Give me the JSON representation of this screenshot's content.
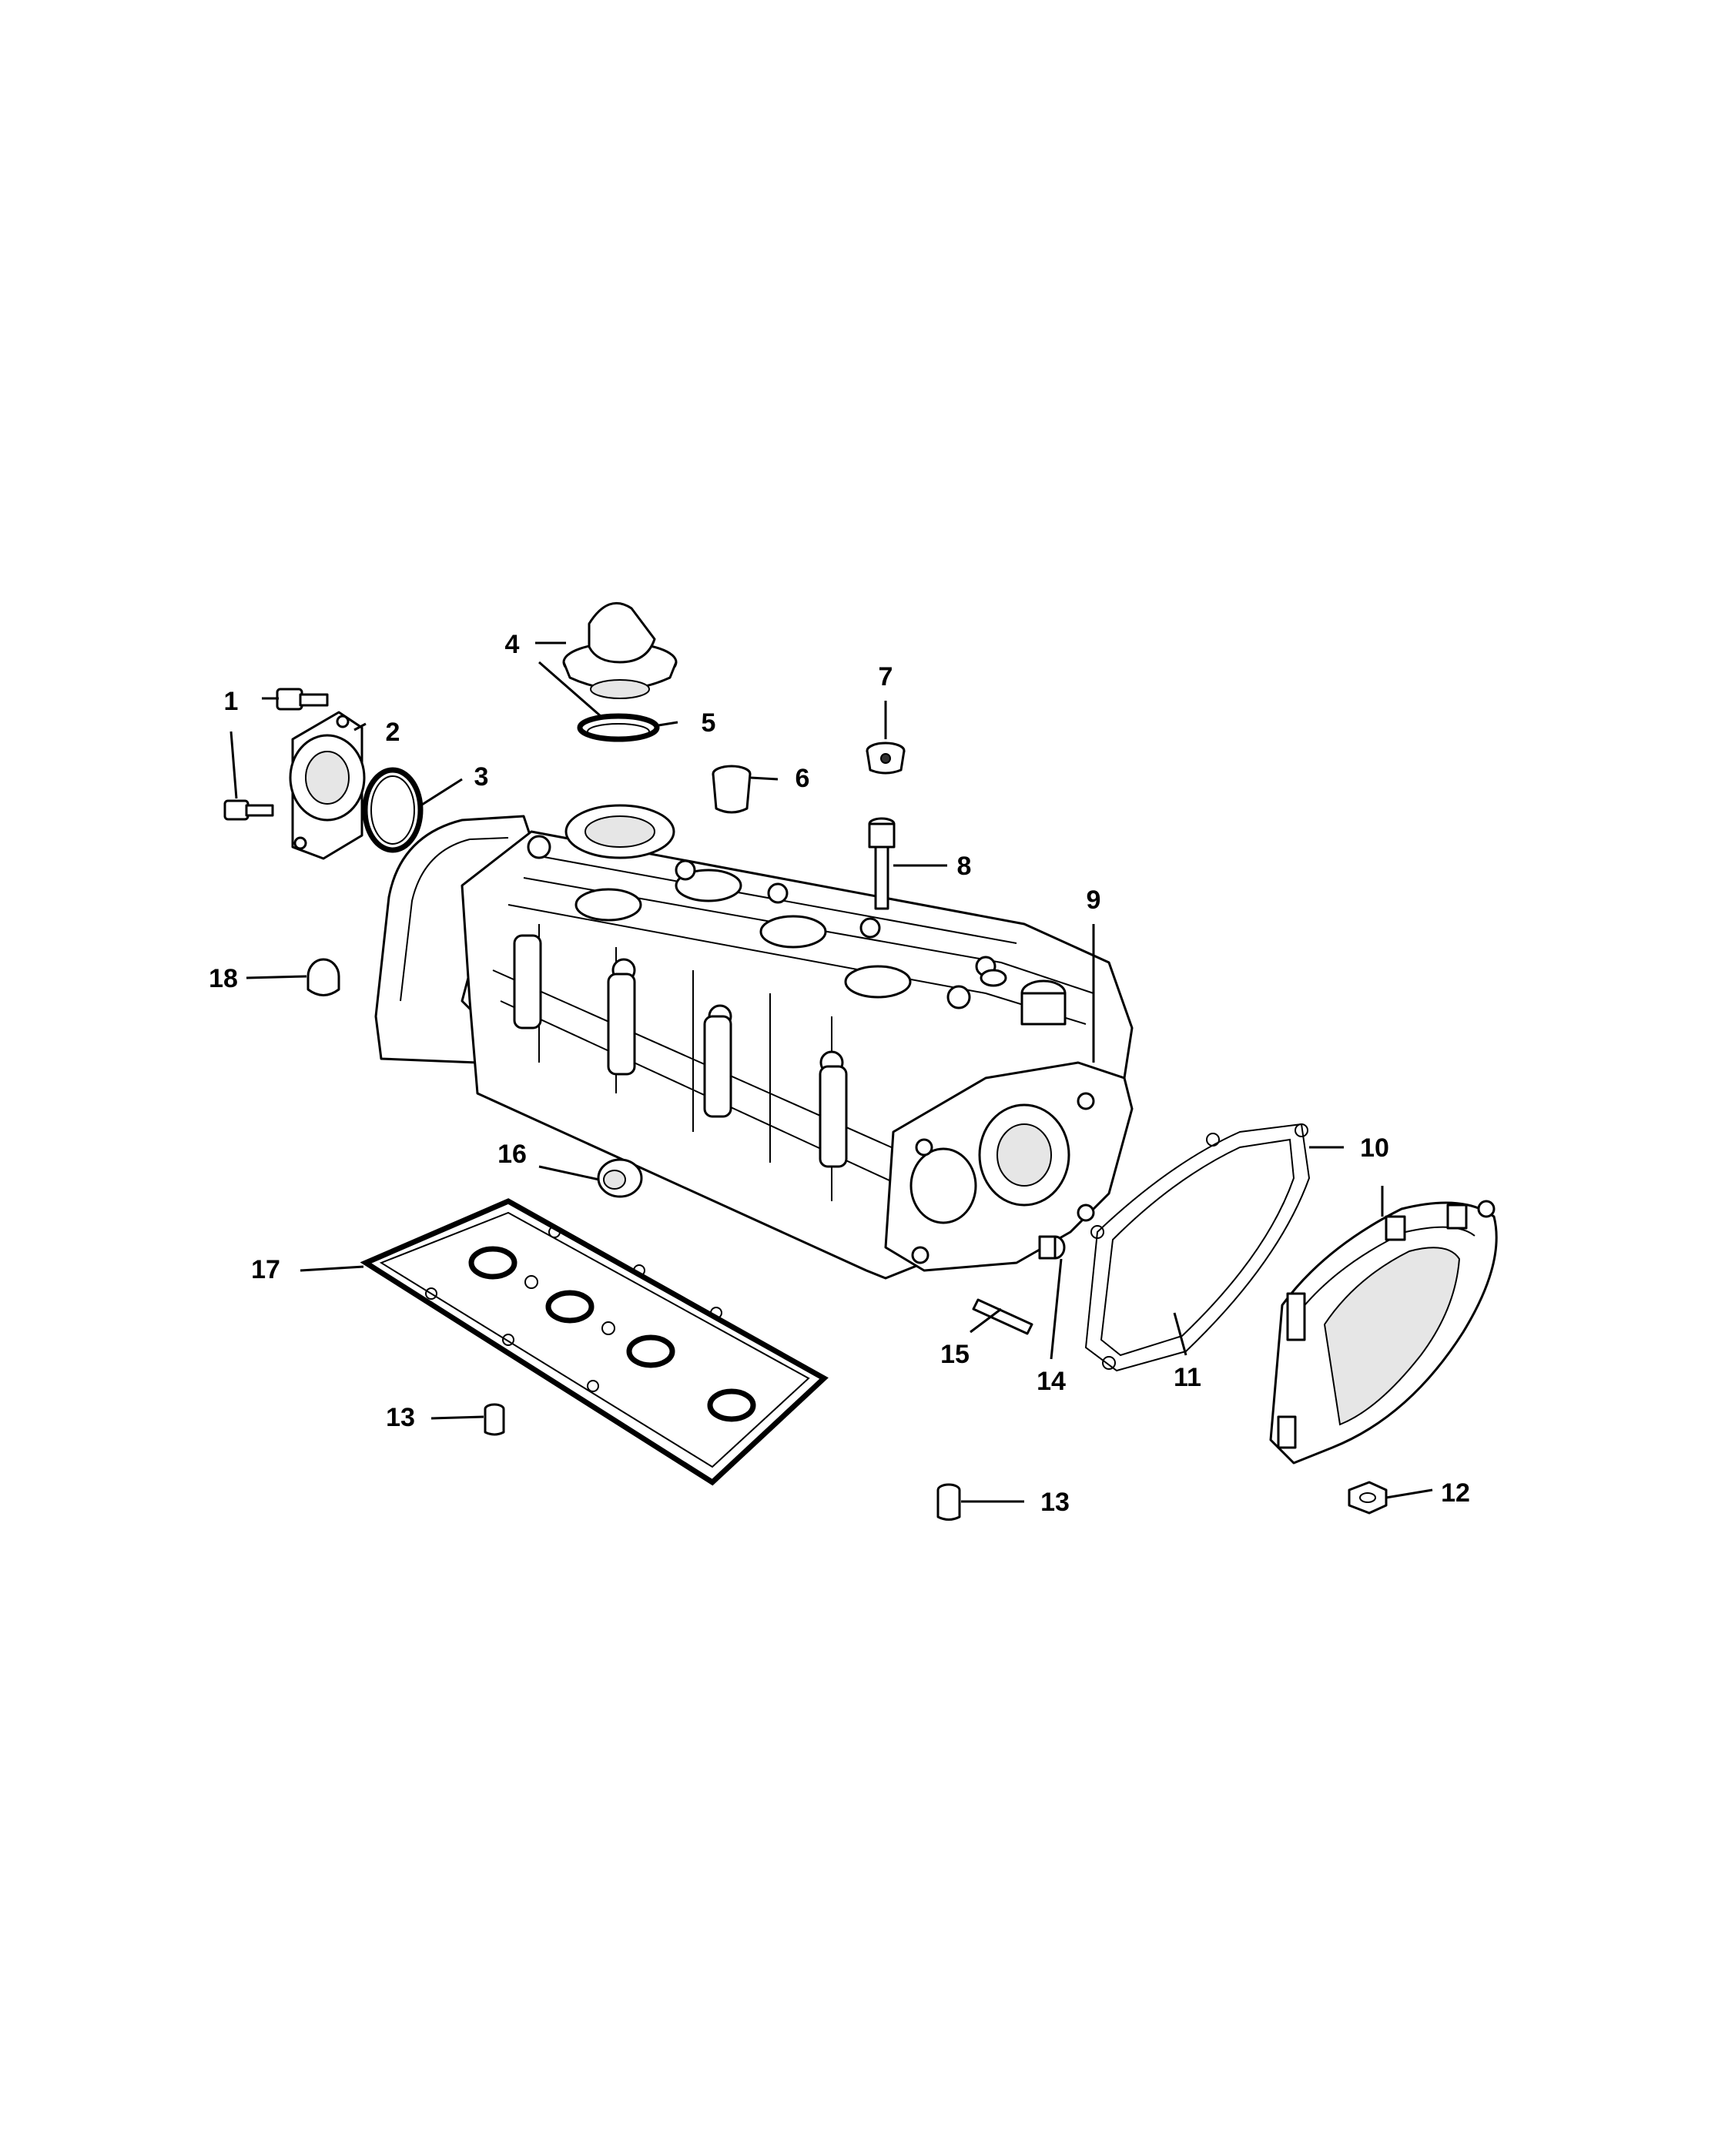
{
  "callouts": [
    {
      "id": "c1",
      "label": "1"
    },
    {
      "id": "c2",
      "label": "2"
    },
    {
      "id": "c3",
      "label": "3"
    },
    {
      "id": "c4",
      "label": "4"
    },
    {
      "id": "c5",
      "label": "5"
    },
    {
      "id": "c6",
      "label": "6"
    },
    {
      "id": "c7",
      "label": "7"
    },
    {
      "id": "c8",
      "label": "8"
    },
    {
      "id": "c9",
      "label": "9"
    },
    {
      "id": "c10",
      "label": "10"
    },
    {
      "id": "c11",
      "label": "11"
    },
    {
      "id": "c12",
      "label": "12"
    },
    {
      "id": "c13a",
      "label": "13"
    },
    {
      "id": "c13b",
      "label": "13"
    },
    {
      "id": "c14",
      "label": "14"
    },
    {
      "id": "c15",
      "label": "15"
    },
    {
      "id": "c16",
      "label": "16"
    },
    {
      "id": "c17",
      "label": "17"
    },
    {
      "id": "c18",
      "label": "18"
    }
  ],
  "colors": {
    "line": "#000000",
    "background": "#ffffff",
    "shade": "#e6e6e6"
  }
}
